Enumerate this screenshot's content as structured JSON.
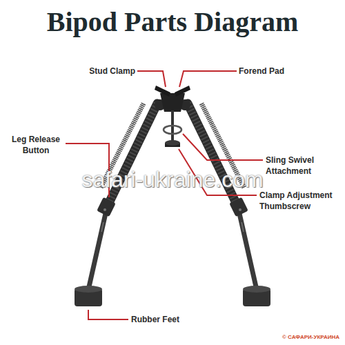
{
  "diagram": {
    "title": "Bipod Parts Diagram",
    "labels": [
      "Stud Clamp",
      "Forend Pad",
      "Leg Release Button",
      "Sling Swivel Attachment",
      "Clamp Adjustment Thumbscrew",
      "Rubber Feet",
      "safari-ukraine.com",
      "© САФАРИ-УКРАИНА"
    ]
  }
}
